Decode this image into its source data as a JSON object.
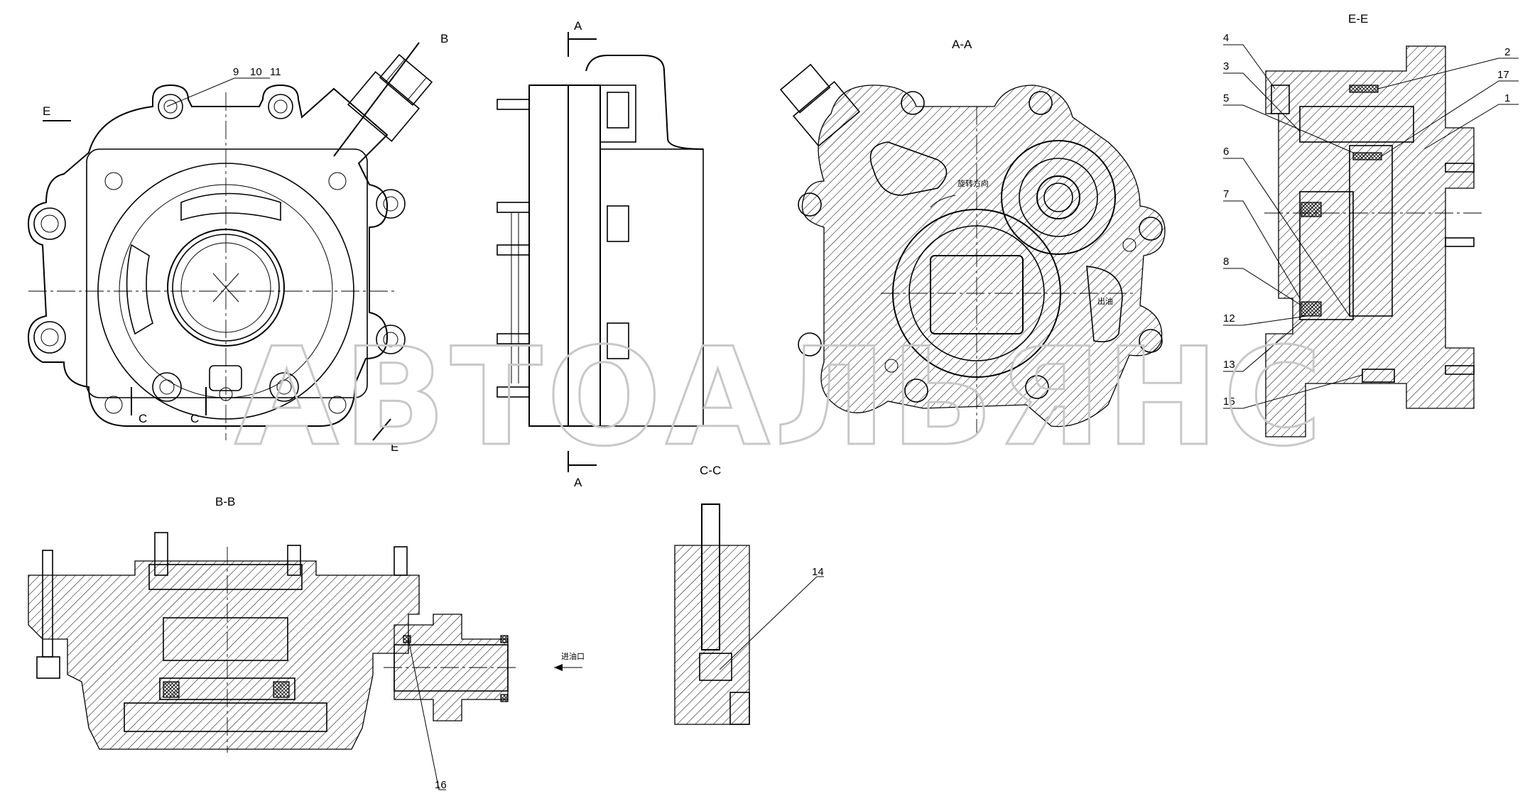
{
  "views": {
    "front": {
      "cut_b": "B",
      "cut_e_top": "E",
      "cut_e_bottom": "E",
      "cut_c_left": "C",
      "cut_c_right": "C"
    },
    "side": {
      "cut_a_top": "A",
      "cut_a_bottom": "A"
    },
    "section_aa": {
      "title": "A-A",
      "rotation_note": "旋转方向",
      "outlet_note": "出油"
    },
    "section_ee": {
      "title": "E-E"
    },
    "section_bb": {
      "title": "B-B",
      "inlet_note": "进油口"
    },
    "section_cc": {
      "title": "C-C"
    }
  },
  "callouts": {
    "front_top": [
      "9",
      "10",
      "11"
    ],
    "section_ee": [
      "4",
      "3",
      "5",
      "6",
      "7",
      "8",
      "12",
      "13",
      "15",
      "2",
      "17",
      "1"
    ],
    "section_bb": [
      "16"
    ],
    "section_cc": [
      "14"
    ]
  },
  "watermark": "АВТОАЛЬЯНС",
  "colors": {
    "line": "#000000",
    "background": "#ffffff",
    "watermark": "#c8c8c8"
  }
}
